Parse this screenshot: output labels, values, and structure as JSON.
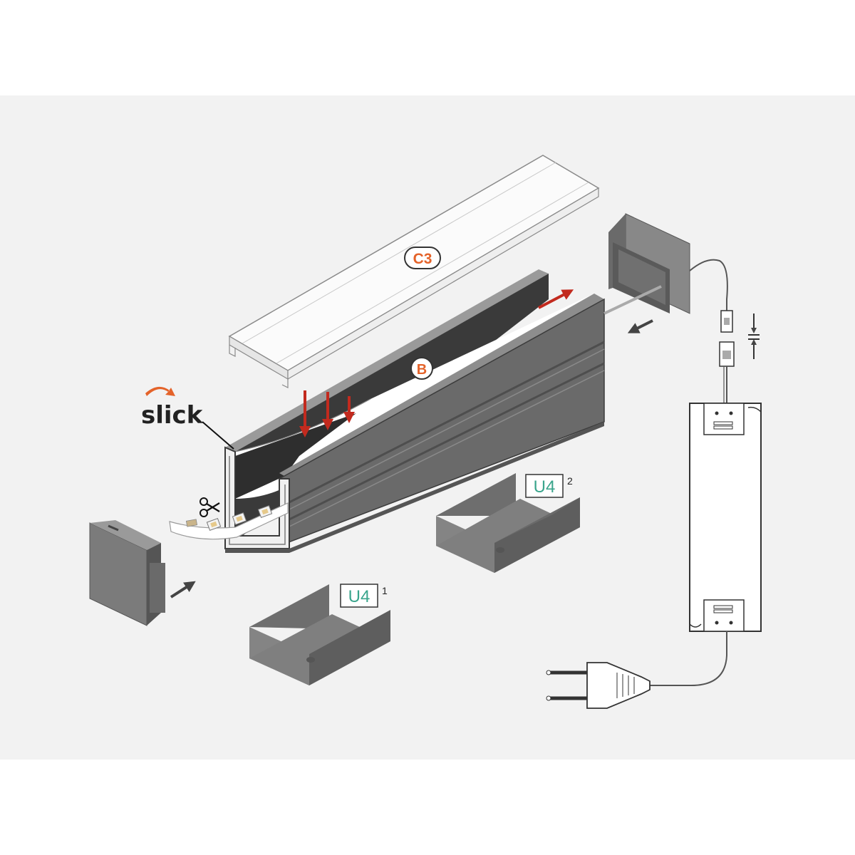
{
  "labels": {
    "cover": "C3",
    "profile": "B",
    "clip_1": "U4",
    "clip_1_index": "1",
    "clip_2": "U4",
    "clip_2_index": "2",
    "brand": "slick"
  },
  "colors": {
    "panel_background": "#f2f2f2",
    "profile_body": "#6a6a6a",
    "profile_shadow": "#2e2e2e",
    "clip_body": "#717171",
    "endcap": "#7b7b7b",
    "diffuser": "#f8f8f8",
    "arrow_red": "#c22a1e",
    "arrow_gray": "#444444",
    "label_orange": "#e4632a",
    "label_teal": "#3aa58c",
    "line": "#333333"
  },
  "icons": {
    "cut_marker": "scissors-icon",
    "height_marker": "vertical-arrows-icon",
    "brand_mark": "swoosh-icon"
  }
}
